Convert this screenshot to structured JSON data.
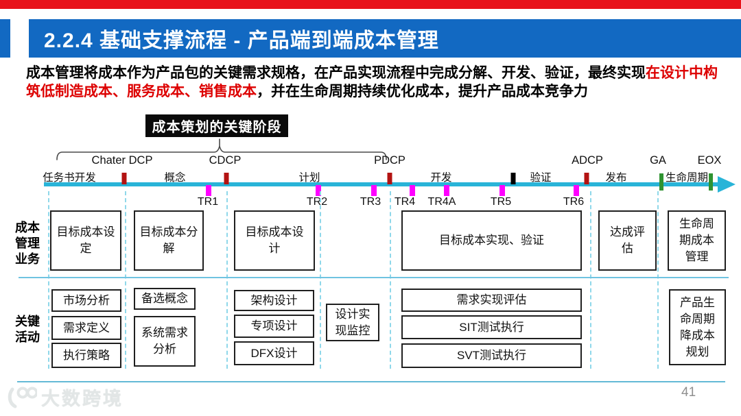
{
  "header": {
    "title": "2.2.4 基础支撑流程 - 产品端到端成本管理"
  },
  "intro": {
    "part1": "成本管理将成本作为产品包的关键需求规格，在产品实现流程中完成分解、开发、验证，最终实现",
    "part2_red": "在设计中构",
    "part3_red": "筑低制造成本、服务成本、销售成本",
    "part4": "，并在生命周期持续优化成本，提升产品成本竞争力"
  },
  "callout": {
    "label": "成本策划的关键阶段"
  },
  "timeline": {
    "phases": [
      "任务书开发",
      "概念",
      "计划",
      "开发",
      "验证",
      "发布",
      "生命周期"
    ],
    "milestones": [
      "Chater DCP",
      "CDCP",
      "PDCP",
      "ADCP",
      "GA",
      "EOX"
    ],
    "tr_points": [
      "TR1",
      "TR2",
      "TR3",
      "TR4",
      "TR4A",
      "TR5",
      "TR6"
    ]
  },
  "business_row": {
    "label": "成本管理业务",
    "boxes": [
      "目标成本设定",
      "目标成本分解",
      "目标成本设计",
      "目标成本实现、验证",
      "达成评估",
      "生命周期成本管理"
    ]
  },
  "activity_row": {
    "label": "关键活动",
    "boxes": [
      "市场分析",
      "需求定义",
      "执行策略",
      "备选概念",
      "系统需求分析",
      "架构设计",
      "专项设计",
      "DFX设计",
      "设计实现监控",
      "需求实现评估",
      "SIT测试执行",
      "SVT测试执行",
      "产品生命周期降成本规划"
    ]
  },
  "footer": {
    "watermark": "大数跨境",
    "page_number": "41"
  },
  "colors": {
    "top_strip": "#e8131b",
    "title_bar": "#1269c2",
    "highlight_text": "#dd0000",
    "timeline_line": "#29b4d8",
    "dcp_tick": "#b31312",
    "tr_tick": "#ff00ff",
    "ga_eox_tick": "#2f9331",
    "black_tick": "#000000",
    "dashed_guide": "#8fd8ea",
    "box_border": "#1f1f1f",
    "page_number": "#8f8f8f"
  }
}
